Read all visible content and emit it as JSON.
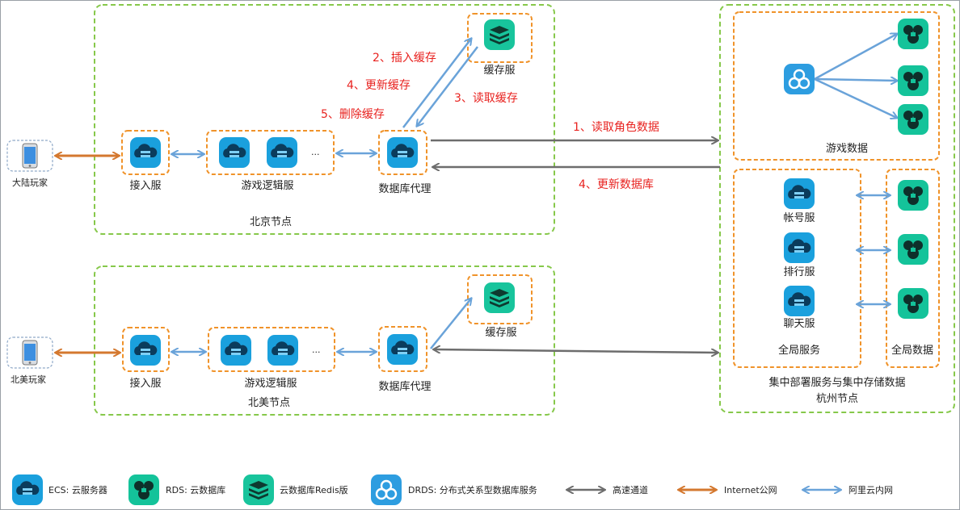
{
  "nodes": {
    "beijing": {
      "title": "北京节点",
      "player": "大陆玩家",
      "access": "接入服",
      "logic": "游戏逻辑服",
      "ellipsis": "...",
      "proxy": "数据库代理",
      "cache": "缓存服"
    },
    "northamerica": {
      "title": "北美节点",
      "player": "北美玩家",
      "access": "接入服",
      "logic": "游戏逻辑服",
      "ellipsis": "...",
      "proxy": "数据库代理",
      "cache": "缓存服"
    },
    "hangzhou": {
      "title": "杭州节点",
      "subtitle": "集中部署服务与集中存储数据",
      "game_data": "游戏数据",
      "account": "帐号服",
      "ranking": "排行服",
      "chat": "聊天服",
      "global_services": "全局服务",
      "global_data": "全局数据"
    }
  },
  "flows": {
    "insert_cache": "2、插入缓存",
    "update_cache": "4、更新缓存",
    "delete_cache": "5、删除缓存",
    "read_cache": "3、读取缓存",
    "read_role": "1、读取角色数据",
    "update_db": "4、更新数据库"
  },
  "legend": {
    "ecs": "ECS: 云服务器",
    "rds": "RDS: 云数据库",
    "redis": "云数据库Redis版",
    "drds": "DRDS: 分布式关系型数据库服务",
    "highspeed": "高速通道",
    "internet": "Internet公网",
    "intranet": "阿里云内网"
  },
  "colors": {
    "ecs": "#1aa0dd",
    "rds": "#14c39a",
    "redis": "#18c49c",
    "drds": "#2d9de0",
    "dashed_green": "#86c84a",
    "dashed_orange": "#f0932a",
    "highspeed": "#6d6d6d",
    "internet": "#d4782f",
    "intranet": "#6aa3d9",
    "red_text": "#e8221f"
  }
}
